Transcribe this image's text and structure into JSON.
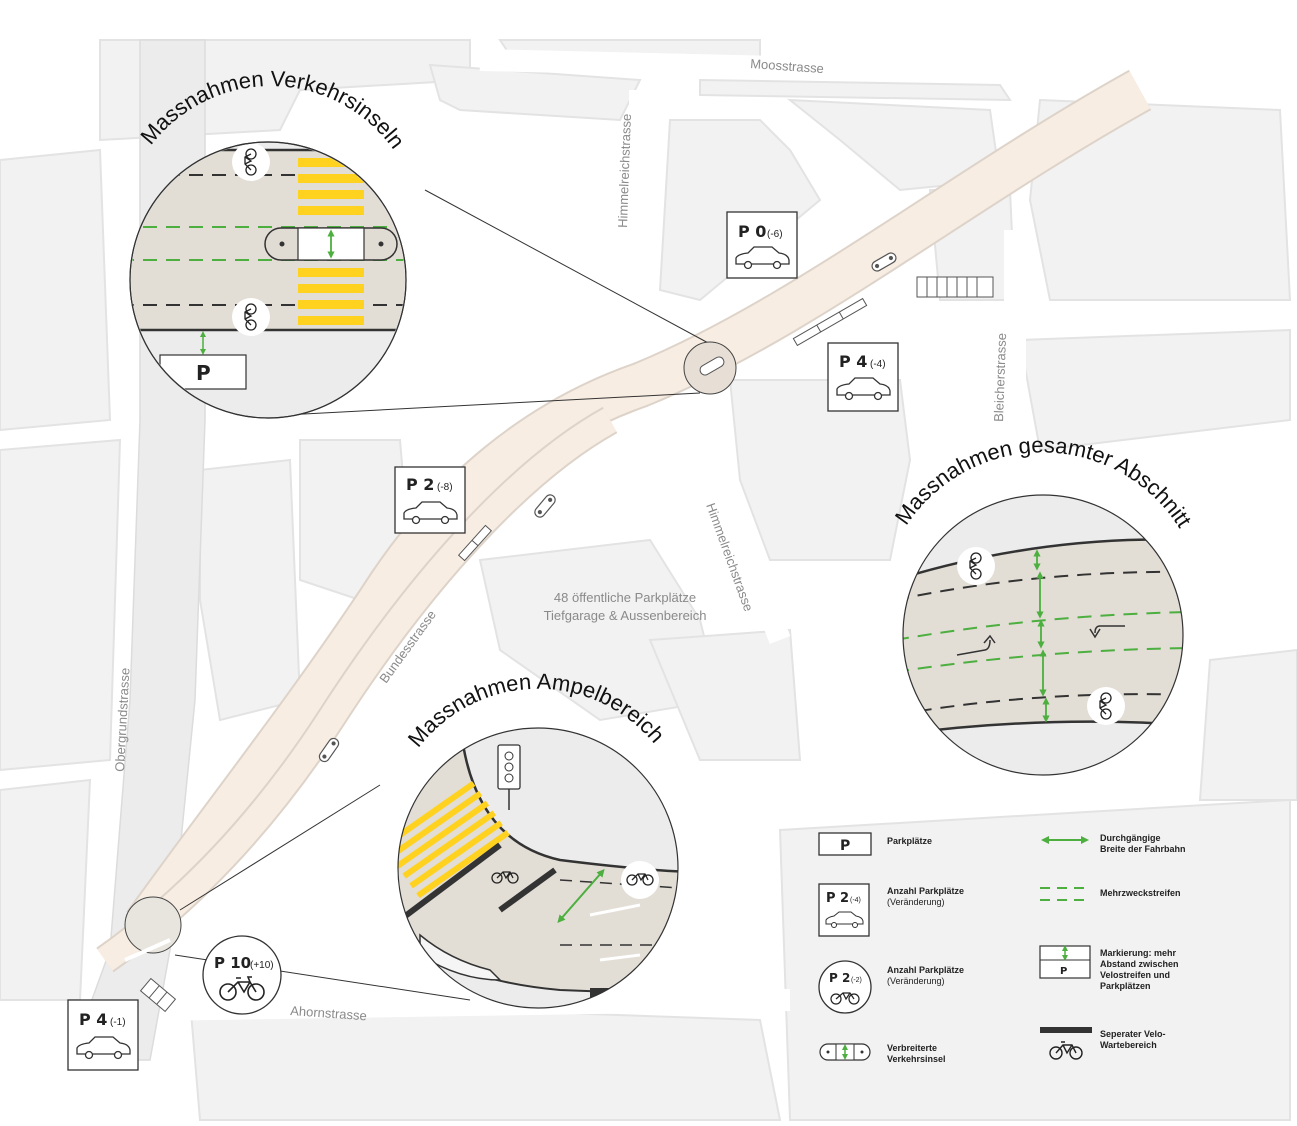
{
  "streets": {
    "moosstrasse": "Moosstrasse",
    "himmelreichstrasse_top": "Himmelreichstrasse",
    "himmelreichstrasse_mid": "Himmelreichstrasse",
    "bleicherstrasse": "Bleicherstrasse",
    "bundesstrasse": "Bundesstrasse",
    "obergrundstrasse": "Obergrundstrasse",
    "ahornstrasse": "Ahornstrasse"
  },
  "parking_note": {
    "line1": "48 öffentliche Parkplätze",
    "line2": "Tiefgarage & Aussenbereich"
  },
  "callouts": {
    "verkehrsinseln": "Massnahmen Verkehrsinseln",
    "ampelbereich": "Massnahmen Ampelbereich",
    "gesamter_abschnitt": "Massnahmen gesamter Abschnitt"
  },
  "inset_parking_label": "P",
  "parking_boxes": [
    {
      "id": "p0",
      "label": "P 0",
      "delta": "(-6)",
      "icon": "car-icon"
    },
    {
      "id": "p4-right",
      "label": "P 4",
      "delta": "(-4)",
      "icon": "car-icon"
    },
    {
      "id": "p2",
      "label": "P 2",
      "delta": "(-8)",
      "icon": "car-icon"
    },
    {
      "id": "p4-bottom",
      "label": "P 4",
      "delta": "(-1)",
      "icon": "car-icon"
    }
  ],
  "bike_parking": {
    "label": "P 10",
    "delta": "(+10)",
    "icon": "bicycle-icon"
  },
  "legend": {
    "parkplaetze": {
      "symbol": "P",
      "text": "Parkplätze"
    },
    "anzahl_auto": {
      "symbol": "P 2",
      "symbol_delta": "(-4)",
      "text": "Anzahl Parkplätze",
      "sub": "(Veränderung)"
    },
    "anzahl_velo": {
      "symbol": "P 2",
      "symbol_delta": "(-2)",
      "text": "Anzahl Parkplätze",
      "sub": "(Veränderung)"
    },
    "verkehrsinsel": {
      "text": "Verbreiterte\nVerkehrsinsel"
    },
    "durchgaengige": {
      "text": "Durchgängige\nBreite der Fahrbahn"
    },
    "mehrzweck": {
      "text": "Mehrzweckstreifen"
    },
    "markierung": {
      "symbol": "P",
      "text": "Markierung:  mehr\nAbstand zwischen\nVelostreifen und\nParkplätzen"
    },
    "velo_warte": {
      "text": "Seperater Velo-\nWartebereich"
    }
  },
  "colors": {
    "road": "#f7ece1",
    "road_edge": "#ddd3c9",
    "building": "#f1f1f1",
    "building_edge": "#e2e2e2",
    "inset_bg": "#e2ddd5",
    "zebra": "#ffd21f",
    "green": "#4caf3f",
    "dash": "#333333"
  }
}
